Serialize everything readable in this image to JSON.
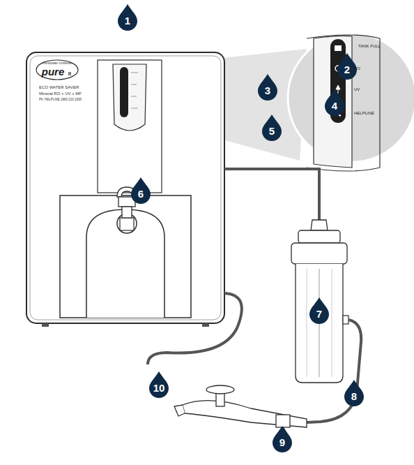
{
  "diagram": {
    "labels": [
      "1",
      "2",
      "3",
      "4",
      "5",
      "6",
      "7",
      "8",
      "9",
      "10",
      "Hindustan Unilever",
      "pure",
      "it",
      "ECO WATER SAVER",
      "Mineral RO + UV + MF",
      "Ph: HELPLINE 1860 210 1000",
      "TANK FULL",
      "RO",
      "UV",
      "HELPLINE"
    ]
  }
}
